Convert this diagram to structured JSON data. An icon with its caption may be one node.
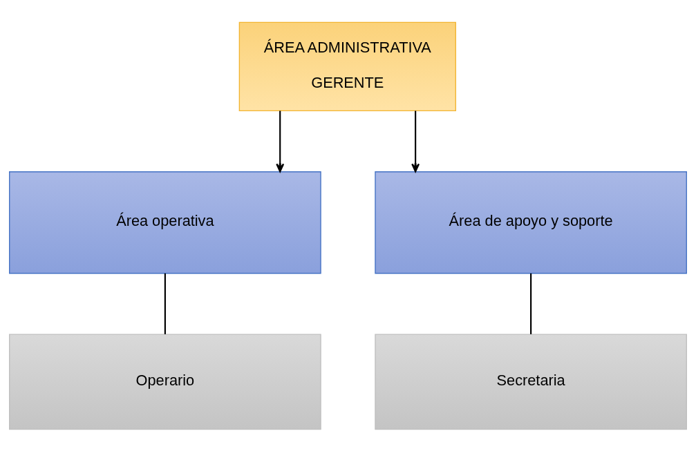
{
  "diagram": {
    "nodes": [
      {
        "text": [
          "ÁREA ADMINISTRATIVA",
          "GERENTE"
        ]
      },
      {
        "text": [
          "Área operativa"
        ]
      },
      {
        "text": [
          "Área de apoyo y soporte"
        ]
      },
      {
        "text": [
          "Operario"
        ]
      },
      {
        "text": [
          "Secretaria"
        ]
      }
    ],
    "edges": [
      {
        "from": 0,
        "to": 1,
        "arrow": "to"
      },
      {
        "from": 0,
        "to": 2,
        "arrow": "to"
      },
      {
        "from": 1,
        "to": 3,
        "arrow": "none"
      },
      {
        "from": 2,
        "to": 4,
        "arrow": "none"
      }
    ]
  }
}
